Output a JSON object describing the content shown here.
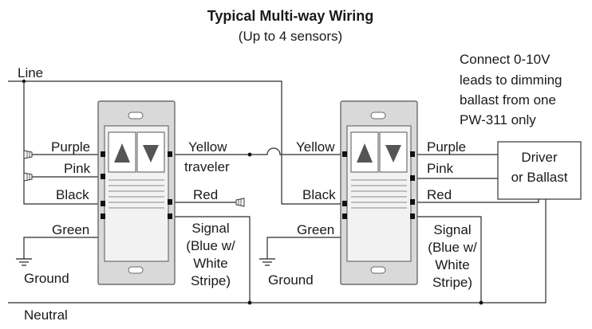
{
  "title": "Typical Multi-way Wiring",
  "subtitle": "(Up to 4 sensors)",
  "labels": {
    "line": "Line",
    "neutral": "Neutral",
    "note": [
      "Connect 0-10V",
      "leads to dimming",
      "ballast from one",
      "PW-311 only"
    ],
    "left_sensor": {
      "purple": "Purple",
      "pink": "Pink",
      "black": "Black",
      "green": "Green",
      "ground": "Ground",
      "yellow": "Yellow",
      "traveler": "traveler",
      "red": "Red",
      "signal": [
        "Signal",
        "(Blue w/",
        "White",
        "Stripe)"
      ]
    },
    "right_sensor": {
      "yellow": "Yellow",
      "black": "Black",
      "green": "Green",
      "ground": "Ground",
      "purple": "Purple",
      "pink": "Pink",
      "red": "Red",
      "signal": [
        "Signal",
        "(Blue w/",
        "White",
        "Stripe)"
      ]
    },
    "driver": [
      "Driver",
      "or Ballast"
    ]
  },
  "colors": {
    "wire": "#2a2a2a",
    "plate": "#d9d9d9",
    "terminal": "#111111"
  }
}
